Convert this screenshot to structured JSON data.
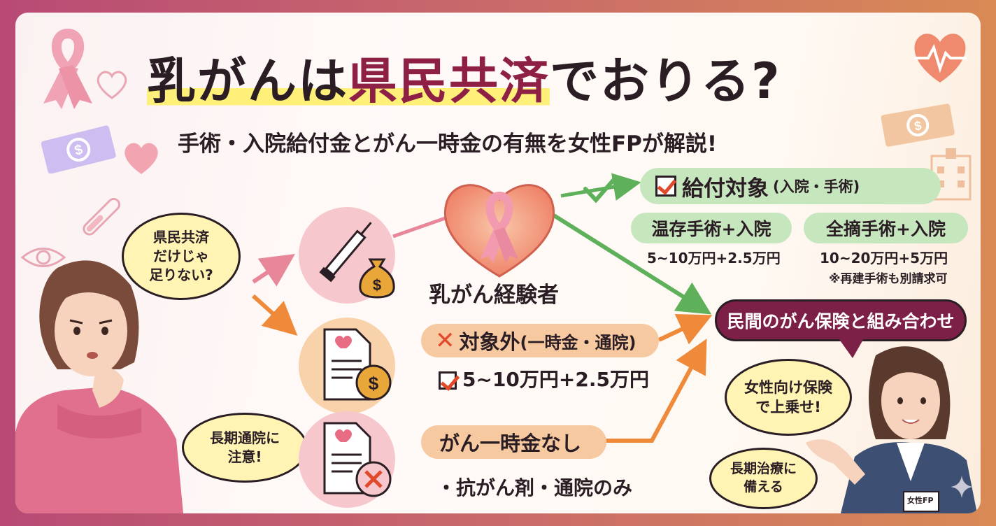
{
  "header": {
    "title_part1": "乳がんは",
    "title_part2": "県民共済",
    "title_part3": "でおりる?",
    "subtitle": "手術・入院給付金とがん一時金の有無を女性FPが解説!"
  },
  "left_person": {
    "thought_bubble": [
      "県民共済",
      "だけじゃ",
      "足りない?"
    ],
    "warning_bubble": [
      "長期通院に",
      "注意!"
    ]
  },
  "center": {
    "survivor_label": "乳がん経験者"
  },
  "covered": {
    "label_main": "給付対象",
    "label_sub": "(入院・手術)",
    "option1_title": "温存手術+入院",
    "option1_amount": "5~10万円+2.5万円",
    "option2_title": "全摘手術+入院",
    "option2_amount": "10~20万円+5万円",
    "note": "※再建手術も別請求可"
  },
  "not_covered": {
    "label_main": "対象外",
    "label_sub": "(一時金・通院)",
    "amount": "5~10万円+2.5万円"
  },
  "no_lump_sum": {
    "label": "がん一時金なし",
    "detail": "・抗がん剤・通院のみ"
  },
  "right_person": {
    "banner": "民間のがん保険と組み合わせ",
    "bubble1": [
      "女性向け保険",
      "で上乗せ!"
    ],
    "bubble2": [
      "長期治療に",
      "備える"
    ],
    "badge": "女性FP"
  },
  "colors": {
    "title_accent": "#8e1f45",
    "highlight": "#fff07a",
    "green_pill": "#c6e6bd",
    "orange_pill": "#f7c9a0",
    "banner": "#7d2048",
    "pink_arrow": "#e8879a",
    "orange_arrow": "#ee8a3a",
    "green_arrow": "#5fb05a"
  },
  "icons": [
    "pink-ribbon-icon",
    "heart-icon",
    "money-bill-icon",
    "thermometer-icon",
    "eye-icon",
    "heart-monitor-icon",
    "hospital-icon",
    "syringe-icon",
    "money-bag-icon",
    "document-icon",
    "dollar-coin-icon",
    "cross-circle-icon",
    "check-icon",
    "x-mark-icon",
    "sparkle-icon"
  ]
}
